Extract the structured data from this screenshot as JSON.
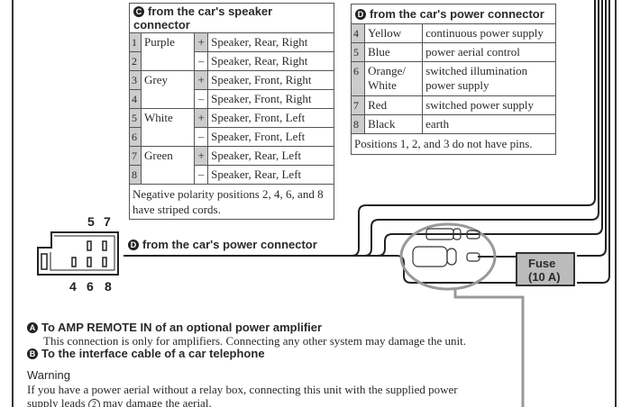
{
  "speaker_table": {
    "badge": "C",
    "title": "from the car's speaker connector",
    "rows": [
      {
        "pos": "1",
        "color": "Purple",
        "sign": "+",
        "desc": "Speaker, Rear, Right"
      },
      {
        "pos": "2",
        "color": "",
        "sign": "–",
        "desc": "Speaker, Rear, Right"
      },
      {
        "pos": "3",
        "color": "Grey",
        "sign": "+",
        "desc": "Speaker, Front, Right"
      },
      {
        "pos": "4",
        "color": "",
        "sign": "–",
        "desc": "Speaker, Front, Right"
      },
      {
        "pos": "5",
        "color": "White",
        "sign": "+",
        "desc": "Speaker, Front, Left"
      },
      {
        "pos": "6",
        "color": "",
        "sign": "–",
        "desc": "Speaker, Front, Left"
      },
      {
        "pos": "7",
        "color": "Green",
        "sign": "+",
        "desc": "Speaker, Rear, Left"
      },
      {
        "pos": "8",
        "color": "",
        "sign": "–",
        "desc": "Speaker, Rear, Left"
      }
    ],
    "note": "Negative polarity positions 2, 4, 6, and 8 have striped cords."
  },
  "power_table": {
    "badge": "D",
    "title": "from the car's power connector",
    "rows": [
      {
        "pos": "4",
        "color": "Yellow",
        "desc": "continuous power supply"
      },
      {
        "pos": "5",
        "color": "Blue",
        "desc": "power aerial control"
      },
      {
        "pos": "6",
        "color": "Orange/ White",
        "desc": "switched illumination power supply"
      },
      {
        "pos": "7",
        "color": "Red",
        "desc": "switched power supply"
      },
      {
        "pos": "8",
        "color": "Black",
        "desc": "earth"
      }
    ],
    "note": "Positions 1, 2, and 3 do not have pins."
  },
  "connector": {
    "top_pins": [
      "5",
      "7"
    ],
    "bottom_pins": [
      "4",
      "6",
      "8"
    ],
    "badge": "D",
    "label": "from the car's power connector"
  },
  "fuse": {
    "label": "Fuse",
    "rating": "(10 A)"
  },
  "notes": {
    "a_badge": "A",
    "a_title": "To AMP REMOTE IN of an optional power amplifier",
    "a_text": "This connection is only for amplifiers. Connecting any other system may damage the unit.",
    "b_badge": "B",
    "b_title": "To the interface cable of a car telephone",
    "warning_title": "Warning",
    "warning_line1": "If you have a power aerial without a relay box, connecting this unit with the supplied power",
    "warning_line2_pre": "supply leads",
    "warning_circled": "2",
    "warning_line2_post": "may damage the aerial."
  }
}
